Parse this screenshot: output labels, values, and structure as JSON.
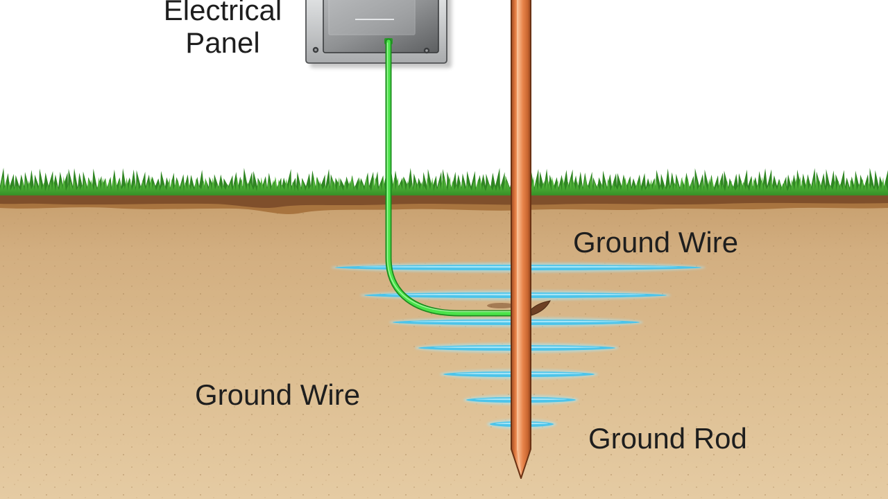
{
  "diagram": {
    "labels": {
      "panel_line1": "Electrical",
      "panel_line2": "Panel",
      "ground_wire_upper": "Ground Wire",
      "ground_wire_lower": "Ground Wire",
      "ground_rod": "Ground Rod"
    },
    "colors": {
      "sky": "#ffffff",
      "grass": "#46a832",
      "soil": "#dcbd90",
      "topsoil": "#7f4f2b",
      "wire": "#4be34a",
      "rod": "#e8844a",
      "dissipation": "#4cc4ea",
      "panel": "#8f9193",
      "label": "#1e1e1e"
    }
  }
}
